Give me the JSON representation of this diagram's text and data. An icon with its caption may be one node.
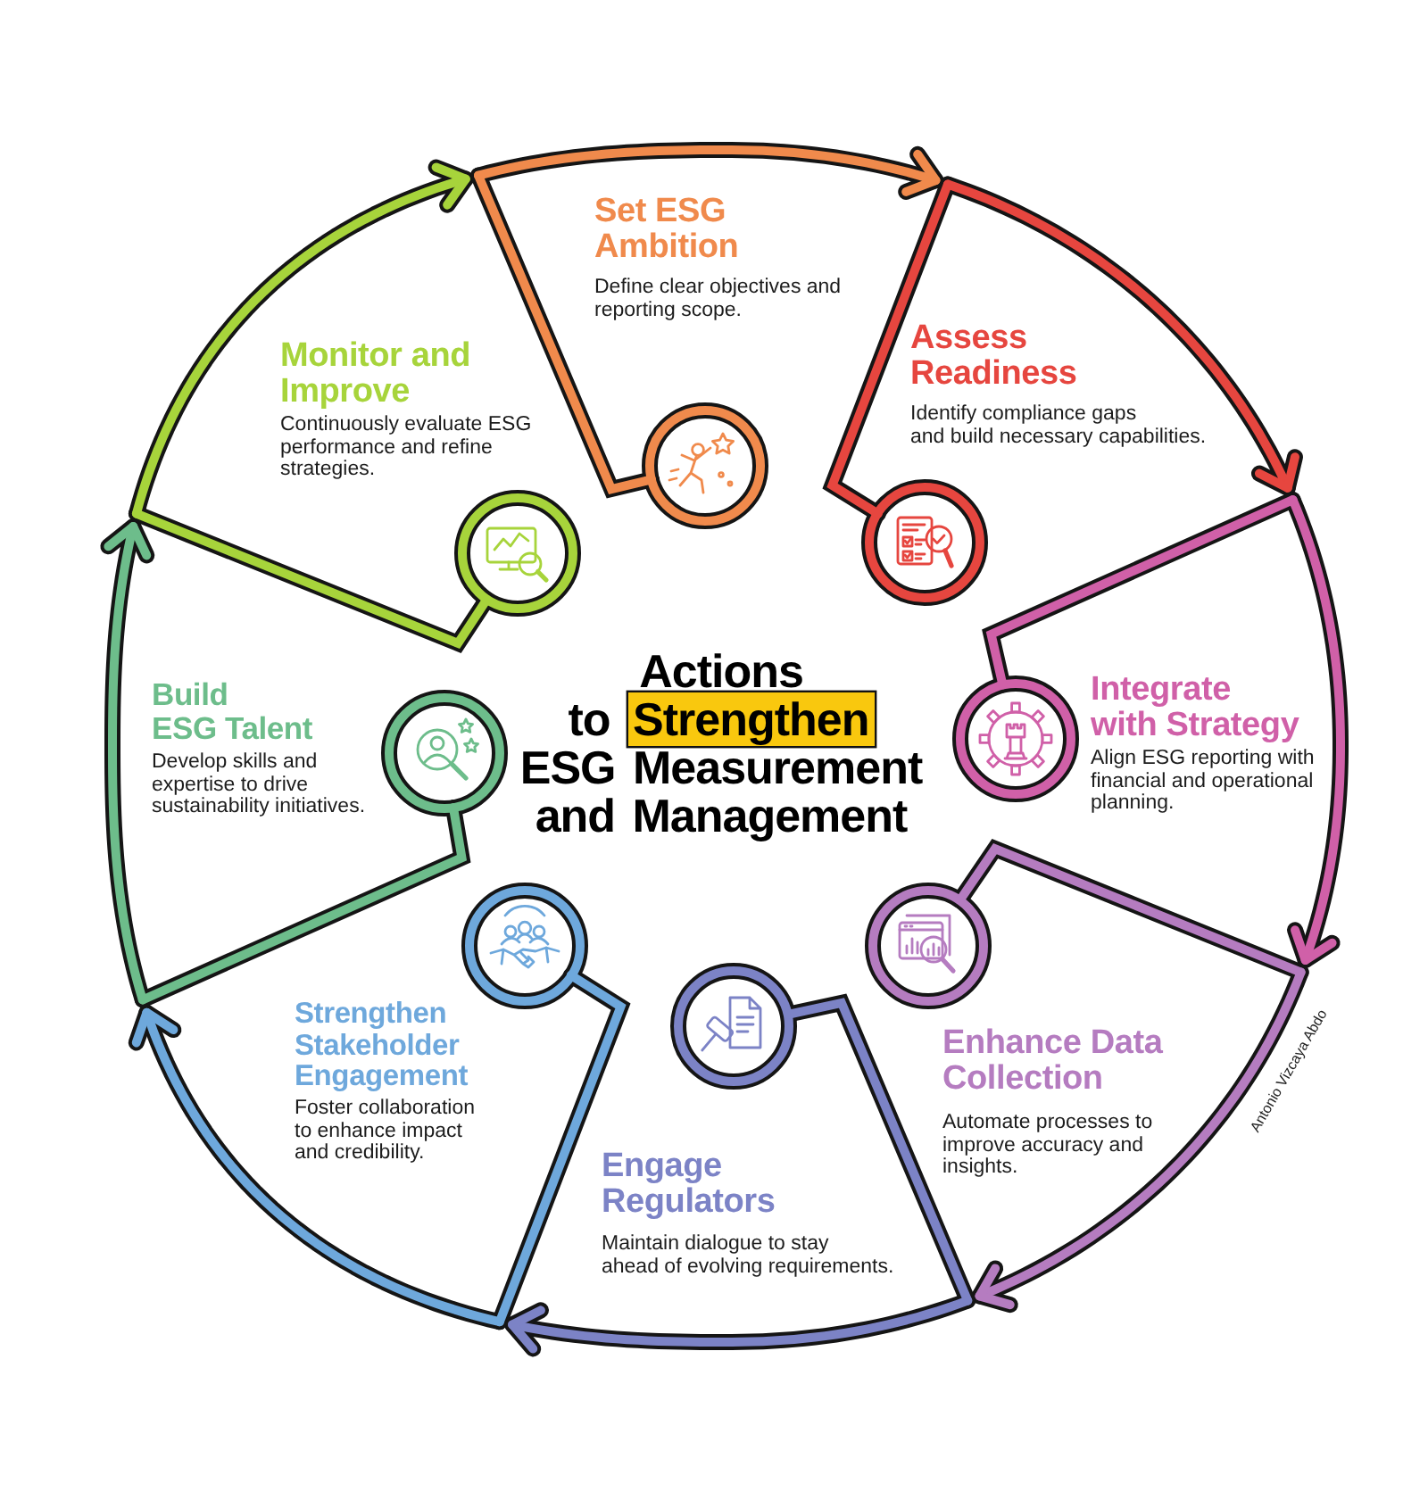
{
  "diagram": {
    "title": "Actions to **Strengthen** ESG Measurement and Management",
    "nodes": [
      {
        "text": [
          "Set ESG Ambition",
          "Define clear objectives and reporting scope."
        ]
      },
      {
        "text": [
          "Assess Readiness",
          "Identify compliance gaps and build necessary capabilities."
        ]
      },
      {
        "text": [
          "Integrate with Strategy",
          "Align ESG reporting with financial and operational planning."
        ]
      },
      {
        "text": [
          "Enhance Data Collection",
          "Automate processes to improve accuracy and insights."
        ]
      },
      {
        "text": [
          "Engage Regulators",
          "Maintain dialogue to stay ahead of evolving requirements."
        ]
      },
      {
        "text": [
          "Strengthen Stakeholder Engagement",
          "Foster collaboration to enhance impact and credibility."
        ]
      },
      {
        "text": [
          "Build ESG Talent",
          "Develop skills and expertise to drive sustainability initiatives."
        ]
      },
      {
        "text": [
          "Monitor and Improve",
          "Continuously evaluate ESG performance and refine strategies."
        ]
      }
    ],
    "edges": [
      {
        "from": 0,
        "to": 1,
        "arrow": "to",
        "color": "#f08a4c"
      },
      {
        "from": 1,
        "to": 2,
        "arrow": "to",
        "color": "#e6463f"
      },
      {
        "from": 2,
        "to": 3,
        "arrow": "to",
        "color": "#d060a8"
      },
      {
        "from": 3,
        "to": 4,
        "arrow": "to",
        "color": "#b57cc0"
      },
      {
        "from": 4,
        "to": 5,
        "arrow": "to",
        "color": "#7c83c6"
      },
      {
        "from": 5,
        "to": 6,
        "arrow": "to",
        "color": "#6ea8dc"
      },
      {
        "from": 6,
        "to": 7,
        "arrow": "to",
        "color": "#6dbd8b"
      },
      {
        "from": 7,
        "to": 0,
        "arrow": "to",
        "color": "#a7d43b"
      }
    ],
    "labels": [
      "Antonio Vizcaya Abdo"
    ]
  }
}
